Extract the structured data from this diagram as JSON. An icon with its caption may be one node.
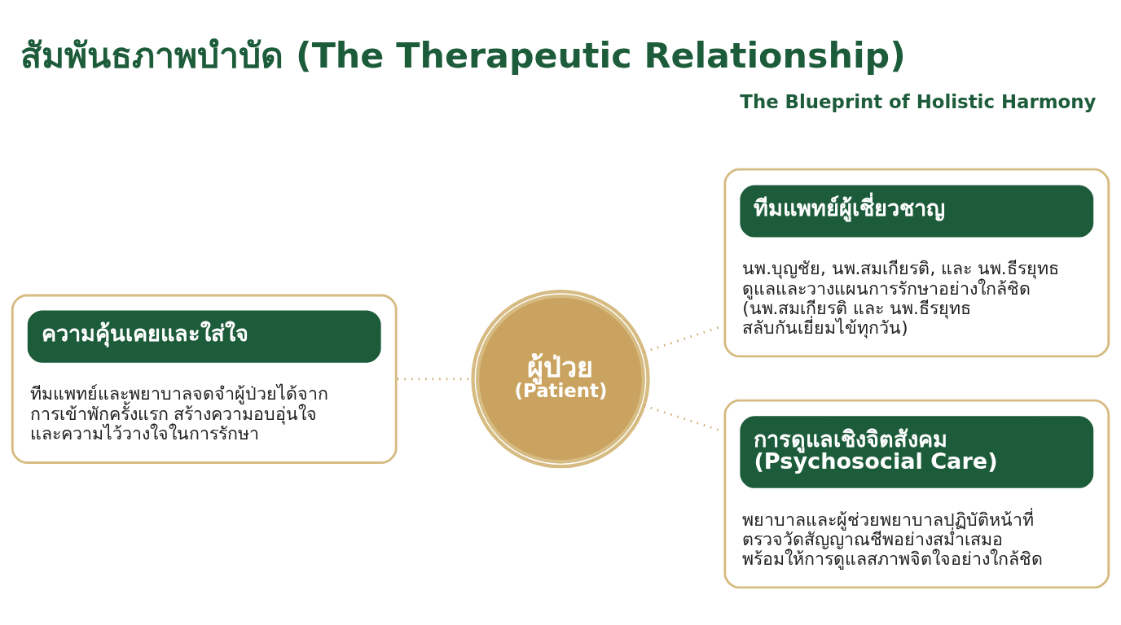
{
  "diagram": {
    "title": "สัมพันธภาพบำบัด (The Therapeutic Relationship)",
    "nodes": [
      {
        "text": [
          "ทีมแพทย์ผู้เชี่ยวชาญ",
          "นพ.บุญชัย, นพ.สมเกียรติ, และ นพ.ธีรยุทธ ดูแลและวางแผนการรักษาอย่างใกล้ชิด (นพ.สมเกียรติ และ นพ.ธีรยุทธ สลับกันเยี่ยมไข้ทุกวัน)"
        ]
      },
      {
        "text": [
          "ผู้ป่วย",
          "(Patient)"
        ]
      },
      {
        "text": [
          "ความคุ้นเคยและใส่ใจ",
          "ทีมแพทย์และพยาบาลจดจำผู้ป่วยได้จาก การเข้าพักครั้งแรก สร้างความอบอุ่นใจ และความไว้วางใจในการรักษา"
        ]
      },
      {
        "text": [
          "การดูแลเชิงจิตสังคม (Psychosocial Care)",
          "พยาบาลและผู้ช่วยพยาบาลปฏิบัติหน้าที่ ตรวจวัดสัญญาณชีพอย่างสม่ำเสมอ พร้อมให้การดูแลสภาพจิตใจอย่างใกล้ชิด"
        ]
      }
    ],
    "edges": [
      {
        "from": 1,
        "to": 0,
        "arrow": "none",
        "style": "dashed"
      },
      {
        "from": 2,
        "to": 1,
        "arrow": "none",
        "style": "dashed"
      },
      {
        "from": 1,
        "to": 3,
        "arrow": "none",
        "style": "dashed"
      }
    ],
    "labels": [
      "The Blueprint of Holistic Harmony"
    ]
  }
}
